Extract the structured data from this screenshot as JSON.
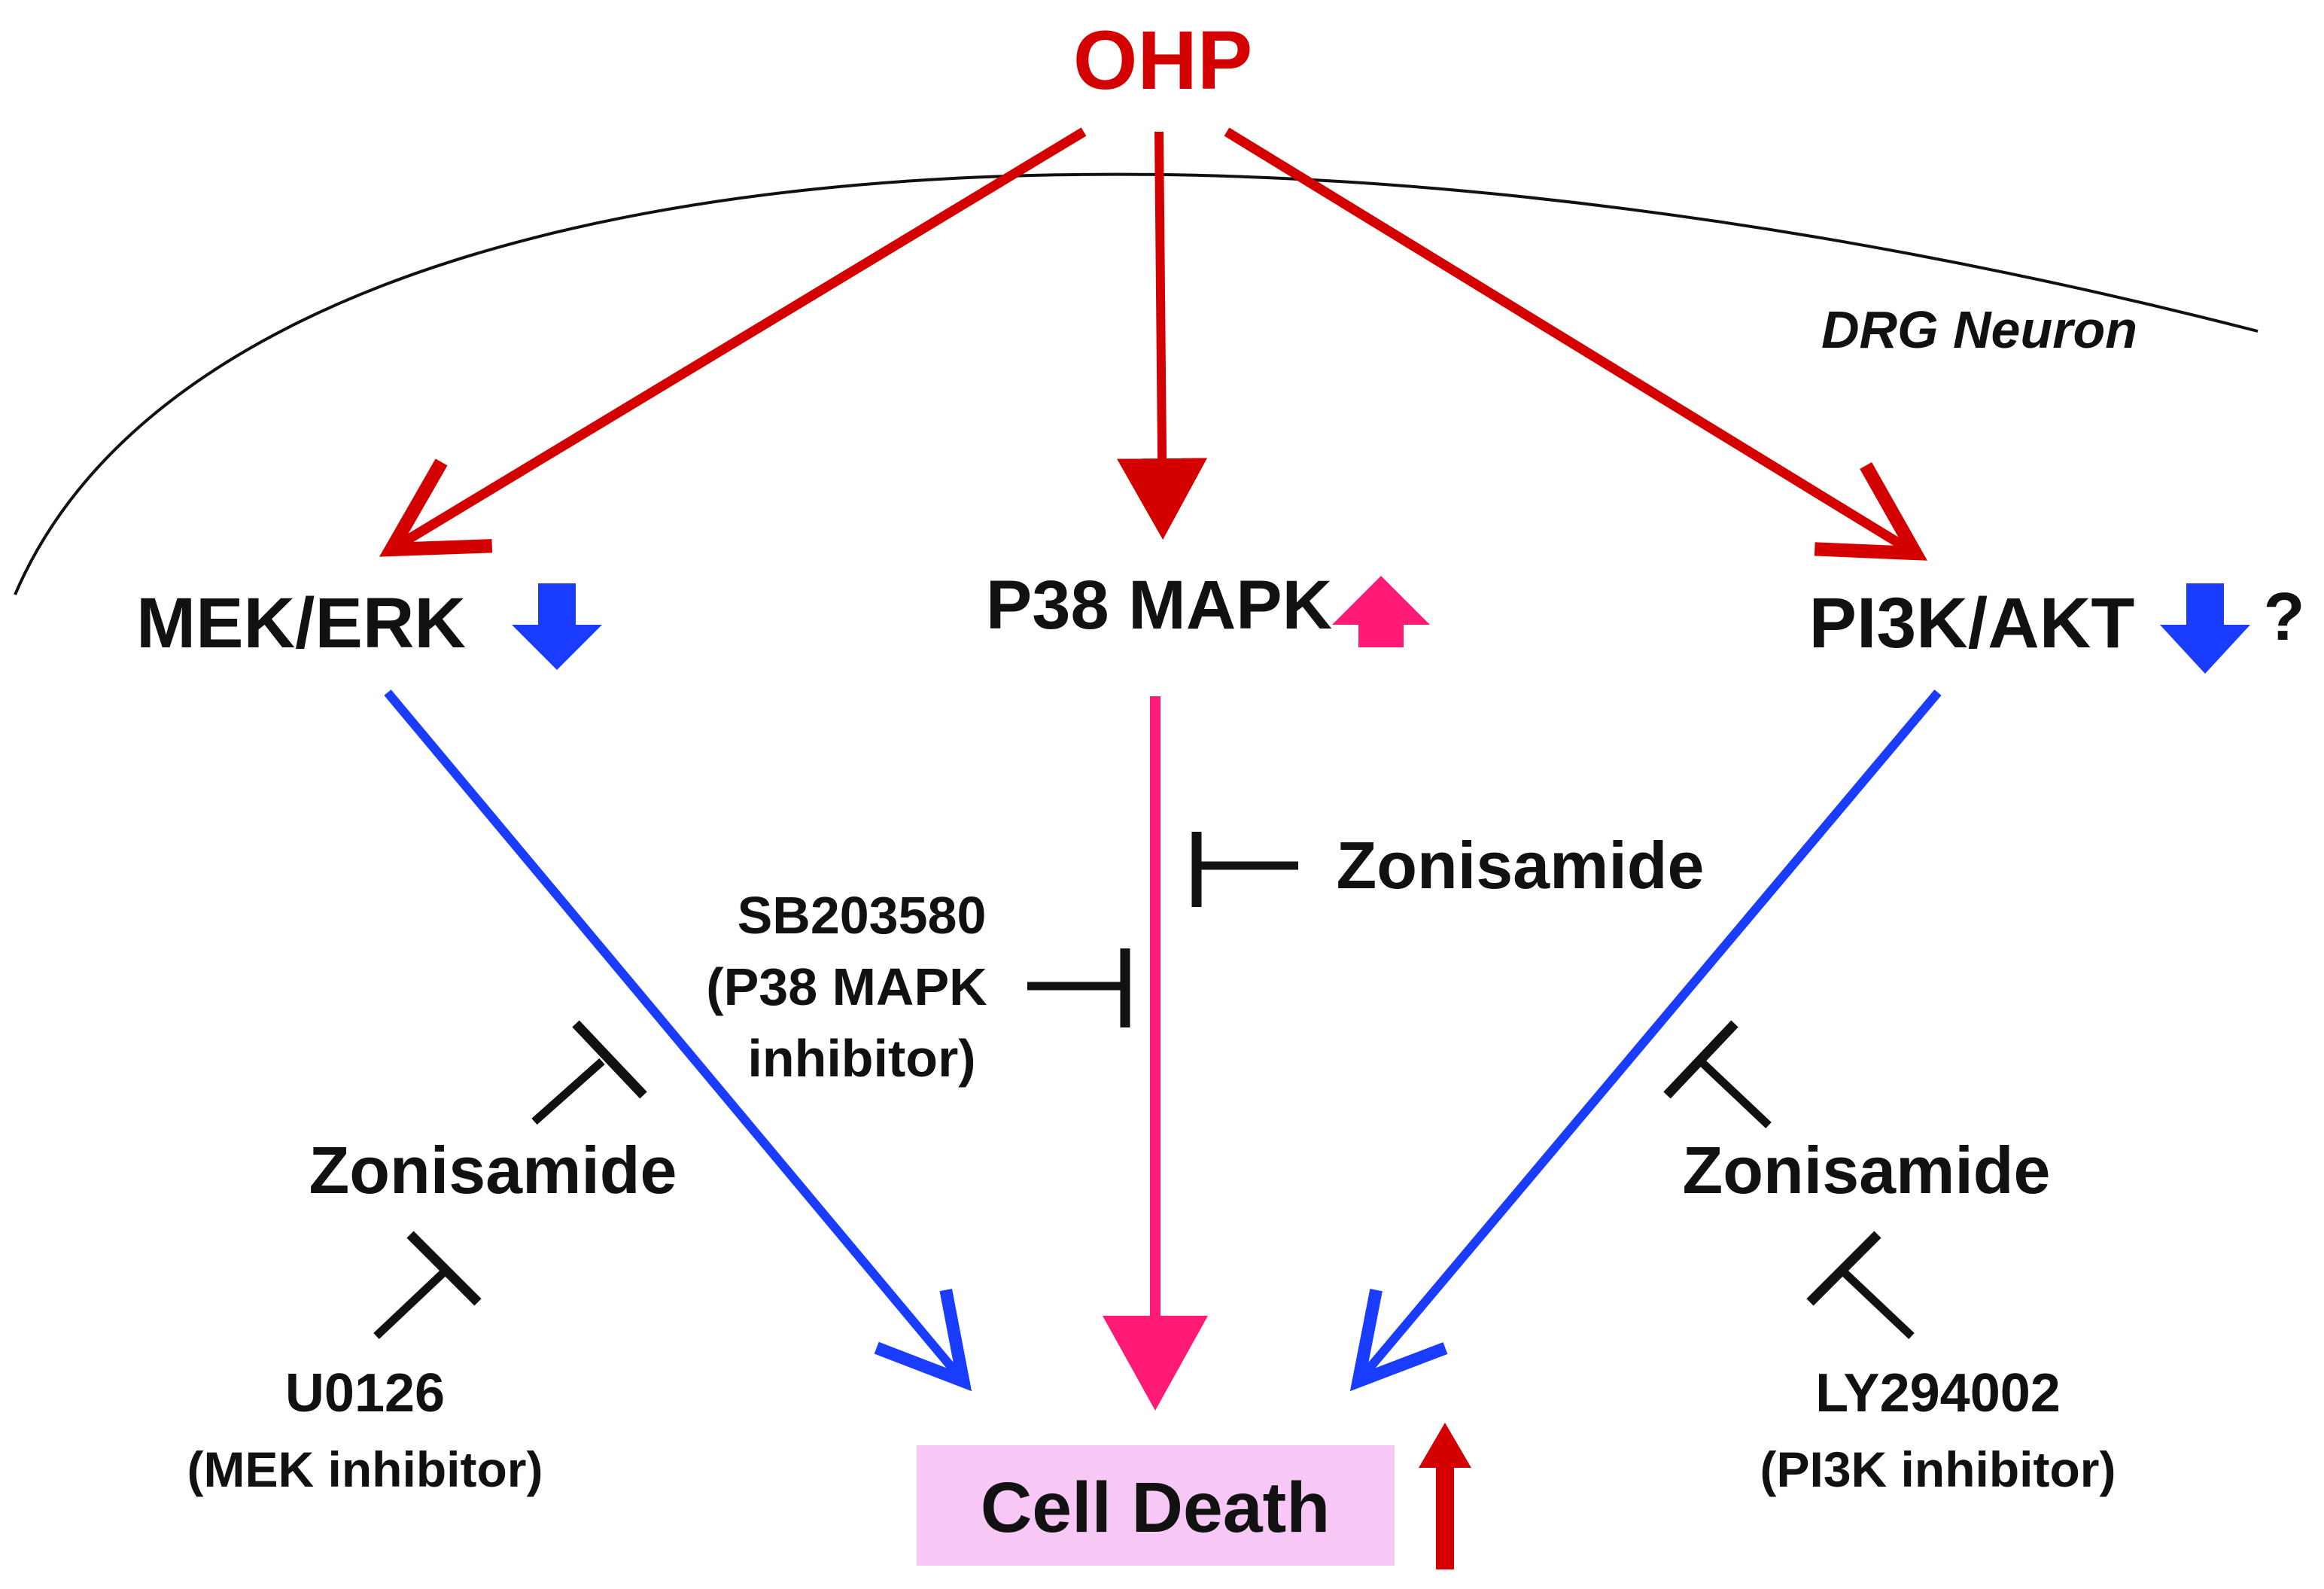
{
  "title": "OHP",
  "cell_label": "DRG Neuron",
  "pathways": {
    "mek_erk": "MEK/ERK",
    "p38": "P38 MAPK",
    "pi3k_akt": "PI3K/AKT",
    "pi3k_question": "?"
  },
  "outcome": "Cell Death",
  "drugs": {
    "zonisamide_center": "Zonisamide",
    "zonisamide_left": "Zonisamide",
    "zonisamide_right": "Zonisamide",
    "sb203580_line1": "SB203580",
    "sb203580_line2": "(P38 MAPK",
    "sb203580_line3": "inhibitor)",
    "u0126_line1": "U0126",
    "u0126_line2": "(MEK inhibitor)",
    "ly294002_line1": "LY294002",
    "ly294002_line2": "(PI3K inhibitor)"
  },
  "colors": {
    "activation": "#d40000",
    "p38_path": "#ff1a75",
    "inhibition_path": "#1a3cff",
    "down_arrow": "#1a3cff",
    "up_arrow_p38": "#ff1a75",
    "cell_death_box": "#f7c8f5",
    "blocker": "#111111"
  },
  "indicators": {
    "mek_erk": "down",
    "p38": "up",
    "pi3k_akt": "down",
    "cell_death": "up"
  }
}
